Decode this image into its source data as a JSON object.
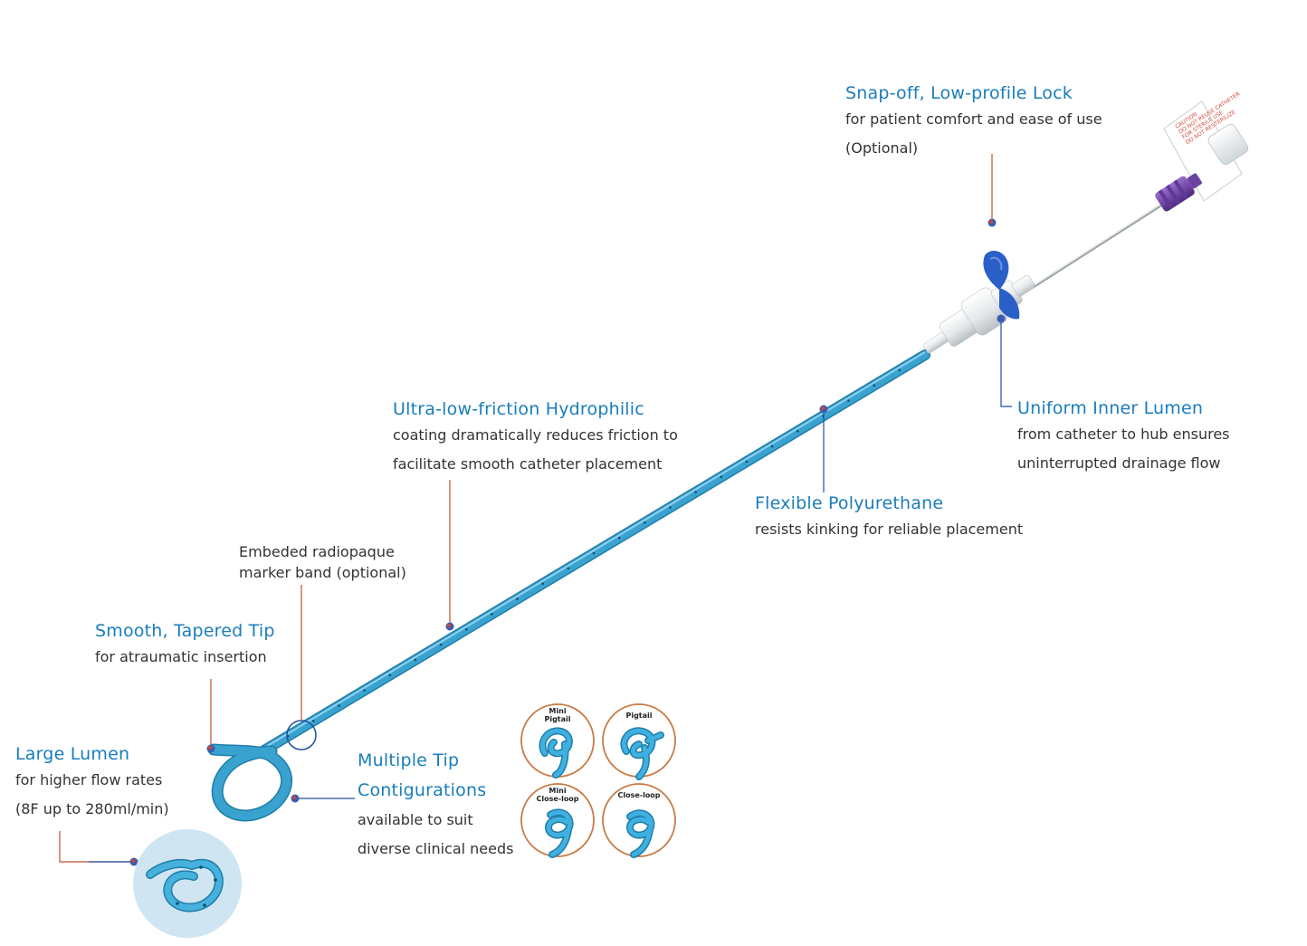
{
  "colors": {
    "accent": "#1a7dbd",
    "catheter": "#3aa2cf",
    "catheter_dark": "#1d7fa9",
    "leader_orange": "#c0522a",
    "leader_blue": "#1f4fa0",
    "dot_red": "#d0452e",
    "dot_blue": "#3a5db0",
    "tip_ring": "#c87a45",
    "lock_blue": "#2a5fc8",
    "purple": "#7a4aae"
  },
  "features": {
    "snap_off": {
      "title": "Snap-off, Low-profile Lock",
      "desc": [
        "for patient comfort and ease of use",
        "(Optional)"
      ]
    },
    "uniform_lumen": {
      "title": "Uniform Inner Lumen",
      "desc": [
        "from catheter to hub ensures",
        "uninterrupted drainage flow"
      ]
    },
    "hydrophilic": {
      "title": "Ultra-low-friction Hydrophilic",
      "desc": [
        "coating dramatically reduces friction to",
        "facilitate smooth catheter placement"
      ]
    },
    "polyurethane": {
      "title": "Flexible Polyurethane",
      "desc": [
        "resists kinking for reliable placement"
      ]
    },
    "marker_band": {
      "desc": [
        "Embeded radiopaque",
        "marker band (optional)"
      ]
    },
    "tapered_tip": {
      "title": "Smooth, Tapered Tip",
      "desc": [
        "for atraumatic insertion"
      ]
    },
    "large_lumen": {
      "title": "Large Lumen",
      "desc": [
        "for higher flow rates",
        "(8F up to 280ml/min)"
      ]
    },
    "multiple_tip": {
      "title_lines": [
        "Multiple Tip",
        "Contigurations"
      ],
      "desc": [
        "available to suit",
        "diverse clinical needs"
      ]
    }
  },
  "tip_options": [
    {
      "lines": [
        "Mini",
        "Pigtail"
      ]
    },
    {
      "lines": [
        "Pigtail"
      ]
    },
    {
      "lines": [
        "Mini",
        "Close-loop"
      ]
    },
    {
      "lines": [
        "Close-loop"
      ]
    }
  ],
  "caution_label": [
    "CAUTION",
    "DO NOT REUSE CATHETER",
    "FOR STERILE USE",
    "DO NOT RESTERILIZE"
  ]
}
